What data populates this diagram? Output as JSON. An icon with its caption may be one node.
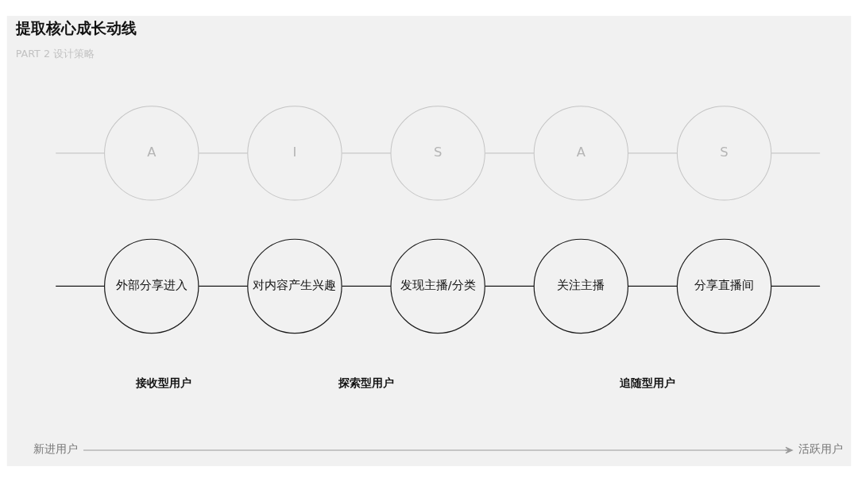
{
  "diagram": {
    "title": "提取核心成长动线",
    "nodes": [
      {
        "text": [
          "A"
        ]
      },
      {
        "text": [
          "I"
        ]
      },
      {
        "text": [
          "S"
        ]
      },
      {
        "text": [
          "A"
        ]
      },
      {
        "text": [
          "S"
        ]
      },
      {
        "text": [
          "外部分享进入"
        ]
      },
      {
        "text": [
          "对内容产生兴趣"
        ]
      },
      {
        "text": [
          "发现主播/分类"
        ]
      },
      {
        "text": [
          "关注主播"
        ]
      },
      {
        "text": [
          "分享直播间"
        ]
      },
      {
        "text": [
          "新进用户"
        ]
      },
      {
        "text": [
          "活跃用户"
        ]
      }
    ],
    "edges": [
      {
        "from": null,
        "to": 0,
        "arrow": "none",
        "color": "#c8c8c8"
      },
      {
        "from": 0,
        "to": 1,
        "arrow": "none",
        "color": "#c8c8c8"
      },
      {
        "from": 1,
        "to": 2,
        "arrow": "none",
        "color": "#c8c8c8"
      },
      {
        "from": 2,
        "to": 3,
        "arrow": "none",
        "color": "#c8c8c8"
      },
      {
        "from": 3,
        "to": 4,
        "arrow": "none",
        "color": "#c8c8c8"
      },
      {
        "from": 4,
        "to": null,
        "arrow": "none",
        "color": "#c8c8c8"
      },
      {
        "from": null,
        "to": 5,
        "arrow": "none",
        "color": "#1a1a1a"
      },
      {
        "from": 5,
        "to": 6,
        "arrow": "none",
        "color": "#1a1a1a"
      },
      {
        "from": 6,
        "to": 7,
        "arrow": "none",
        "color": "#1a1a1a"
      },
      {
        "from": 7,
        "to": 8,
        "arrow": "none",
        "color": "#1a1a1a"
      },
      {
        "from": 8,
        "to": 9,
        "arrow": "none",
        "color": "#1a1a1a"
      },
      {
        "from": 9,
        "to": null,
        "arrow": "none",
        "color": "#1a1a1a"
      },
      {
        "from": 10,
        "to": 11,
        "arrow": "to",
        "color": "#999999"
      }
    ],
    "labels": [
      "PART 2 设计策略",
      "接收型用户",
      "探索型用户",
      "追随型用户"
    ]
  }
}
